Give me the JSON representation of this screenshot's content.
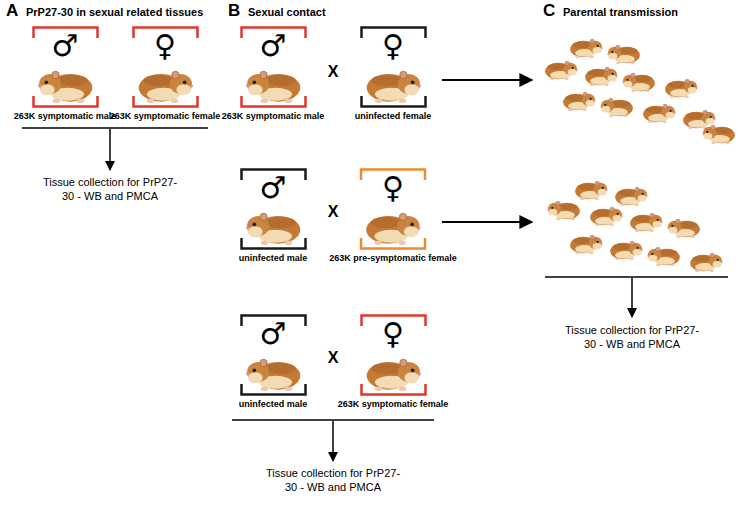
{
  "diagram": {
    "nodes": [
      {
        "text": [
          "♂",
          "263K symptomatic male"
        ]
      },
      {
        "text": [
          "♀",
          "263K symptomatic female"
        ]
      },
      {
        "text": [
          "♂",
          "263K symptomatic male"
        ]
      },
      {
        "text": [
          "♀",
          "uninfected female"
        ]
      },
      {
        "text": [
          "♂",
          "uninfected male"
        ]
      },
      {
        "text": [
          "♀",
          "263K pre-symptomatic female"
        ]
      },
      {
        "text": [
          "♂",
          "uninfected male"
        ]
      },
      {
        "text": [
          "♀",
          "263K symptomatic female"
        ]
      }
    ],
    "labels": [
      "A",
      "PrP27-30 in sexual related tissues",
      "B",
      "Sexual contact",
      "C",
      "Parental transmission",
      "X",
      "X",
      "X",
      "Tissue collection for PrP27-30 - WB and PMCA",
      "Tissue collection for PrP27-30 - WB and PMCA",
      "Tissue collection for PrP27-30 - WB and PMCA"
    ]
  }
}
